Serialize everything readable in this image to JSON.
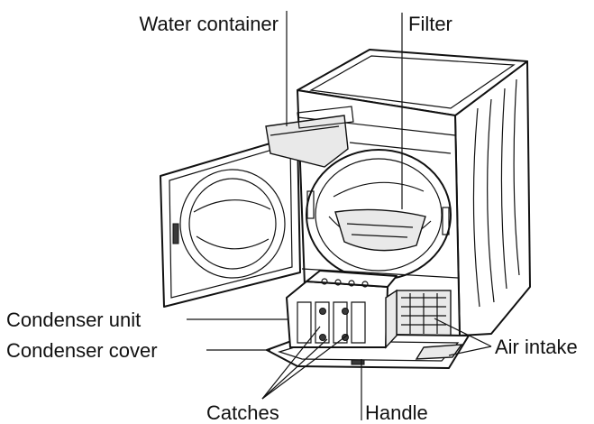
{
  "labels": {
    "water_container": "Water container",
    "filter": "Filter",
    "condenser_unit": "Condenser unit",
    "condenser_cover": "Condenser cover",
    "air_intake": "Air intake",
    "catches": "Catches",
    "handle": "Handle"
  }
}
